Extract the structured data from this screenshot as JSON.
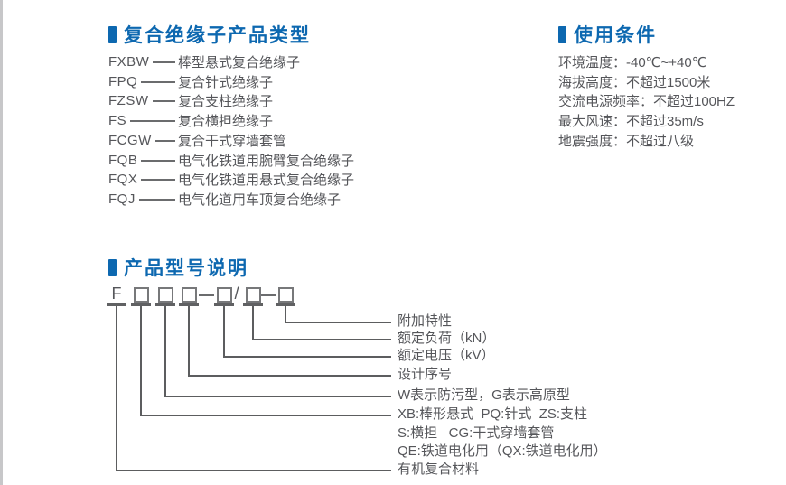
{
  "colors": {
    "accent_blue": "#0d68b0",
    "body_text": "#55565a",
    "line_gray": "#5c5d5f"
  },
  "product_types": {
    "title": "复合绝缘子产品类型",
    "items": [
      {
        "code": "FXBW",
        "desc": "棒型悬式复合绝缘子"
      },
      {
        "code": "FPQ",
        "desc": "复合针式绝缘子"
      },
      {
        "code": "FZSW",
        "desc": "复合支柱绝缘子"
      },
      {
        "code": "FS",
        "desc": "复合横担绝缘子"
      },
      {
        "code": "FCGW",
        "desc": "复合干式穿墙套管"
      },
      {
        "code": "FQB",
        "desc": "电气化铁道用腕臂复合绝缘子"
      },
      {
        "code": "FQX",
        "desc": "电气化铁道用悬式复合绝缘子"
      },
      {
        "code": "FQJ",
        "desc": "电气化道用车顶复合绝缘子"
      }
    ]
  },
  "usage_conditions": {
    "title": "使用条件",
    "items": [
      "环境温度：-40℃~+40℃",
      "海拔高度：不超过1500米",
      "交流电源频率：不超过100HZ",
      "最大风速：不超过35m/s",
      "地震强度：不超过八级"
    ]
  },
  "model_explanation": {
    "title": "产品型号说明",
    "prefix": "F",
    "slash": "/",
    "labels": [
      "附加特性",
      "额定负荷（kN）",
      "额定电压（kV）",
      "设计序号",
      "W表示防污型，G表示高原型",
      "XB:棒形悬式  PQ:针式  ZS:支柱",
      "S:横担   CG:干式穿墙套管",
      "QE:铁道电化用（QX:铁道电化用）",
      "有机复合材料"
    ]
  }
}
